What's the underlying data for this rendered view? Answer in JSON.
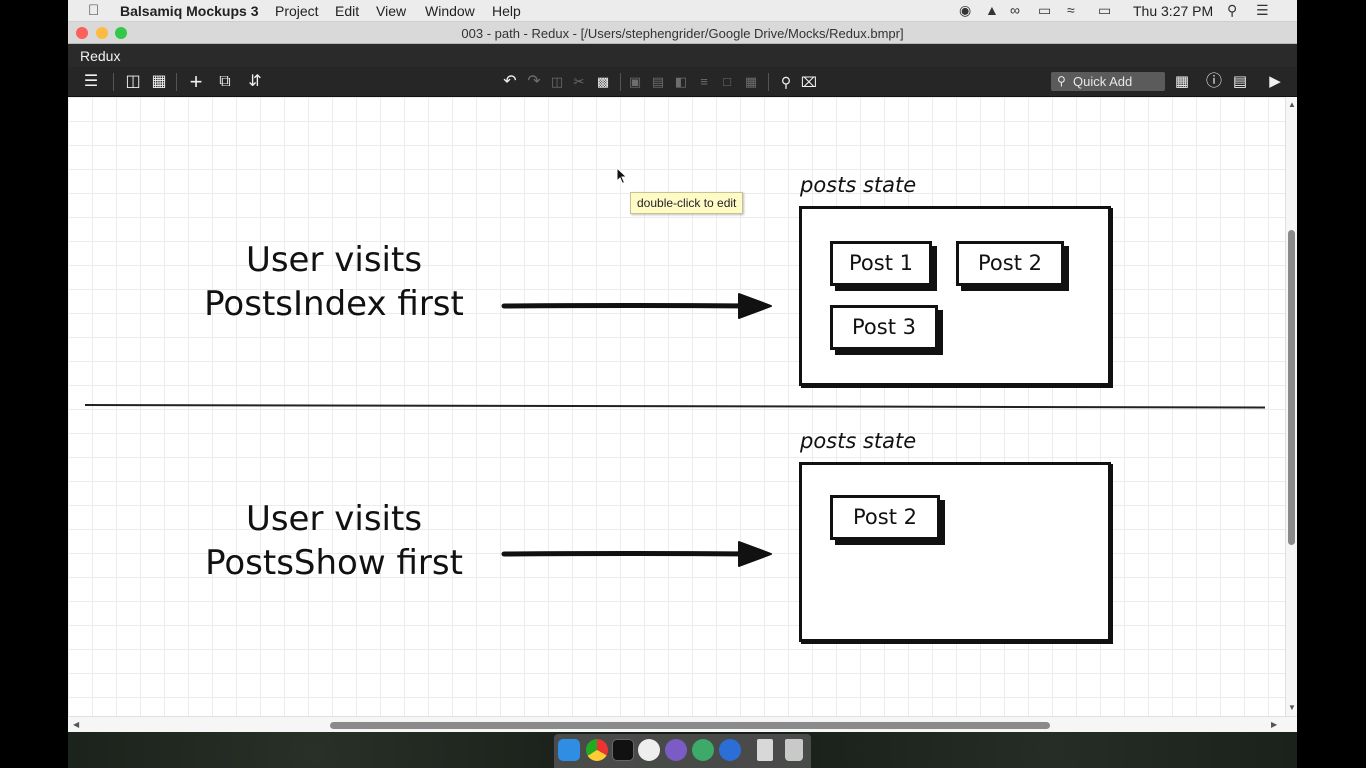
{
  "menubar": {
    "app_name": "Balsamiq Mockups 3",
    "menus": [
      "Project",
      "Edit",
      "View",
      "Window",
      "Help"
    ],
    "clock": "Thu 3:27 PM"
  },
  "window": {
    "title": "003 - path - Redux - [/Users/stephengrider/Google Drive/Mocks/Redux.bmpr]",
    "document_tab": "Redux"
  },
  "toolbar": {
    "quick_add": "Quick Add"
  },
  "canvas": {
    "tooltip": "double-click to edit",
    "top_section": {
      "line1": "User visits",
      "line2": "PostsIndex first",
      "state_label": "posts state",
      "posts": [
        "Post 1",
        "Post 2",
        "Post 3"
      ]
    },
    "bottom_section": {
      "line1": "User visits",
      "line2": "PostsShow first",
      "state_label": "posts state",
      "posts": [
        "Post 2"
      ]
    }
  },
  "colors": {
    "close": "#fc605b",
    "minimize": "#fdbc40",
    "zoom": "#34c84a",
    "toolbar_bg": "#262626",
    "tooltip_bg": "#fffbc6"
  },
  "icons": {
    "menubar": [
      "apple-icon",
      "record-icon",
      "drive-icon",
      "glasses-icon",
      "airplay-icon",
      "wifi-icon",
      "battery-icon",
      "spotlight-icon",
      "notification-center-icon"
    ],
    "toolbar": [
      "menu-icon",
      "single-panel-icon",
      "grid-icon",
      "add-icon",
      "duplicate-icon",
      "reorder-icon",
      "undo-icon",
      "redo-icon",
      "copy-icon",
      "cut-icon",
      "paste-icon",
      "group-icon",
      "ungroup-icon",
      "bring-front-icon",
      "align-icon",
      "lock-icon",
      "delete-icon",
      "search-icon",
      "clear-icon",
      "ui-library-icon",
      "info-icon",
      "properties-icon",
      "present-icon"
    ],
    "dock": [
      "finder-icon",
      "chrome-icon",
      "terminal-icon",
      "smiley-icon",
      "pen-icon",
      "globe-icon",
      "browser-icon",
      "document-icon",
      "trash-icon"
    ]
  }
}
